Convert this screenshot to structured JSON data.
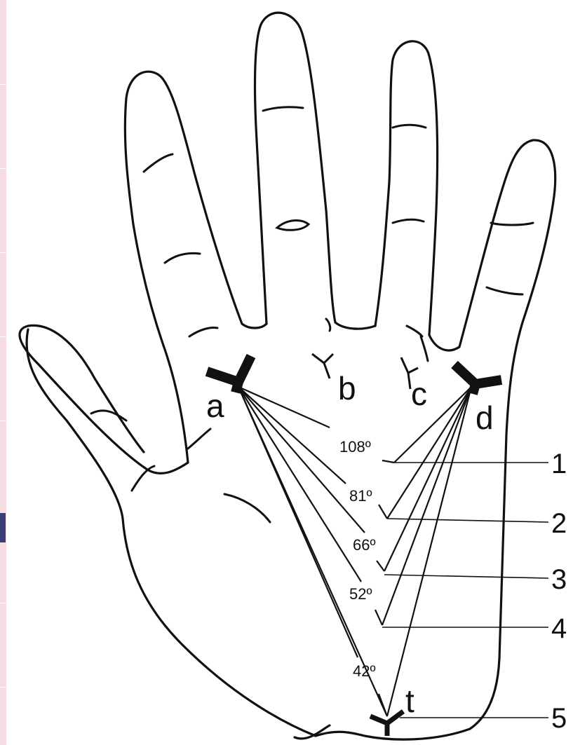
{
  "triradii": {
    "a": "a",
    "b": "b",
    "c": "c",
    "d": "d",
    "t": "t"
  },
  "angles": [
    "108º",
    "81º",
    "66º",
    "52º",
    "42º"
  ],
  "positions": [
    "1",
    "2",
    "3",
    "4",
    "5"
  ]
}
